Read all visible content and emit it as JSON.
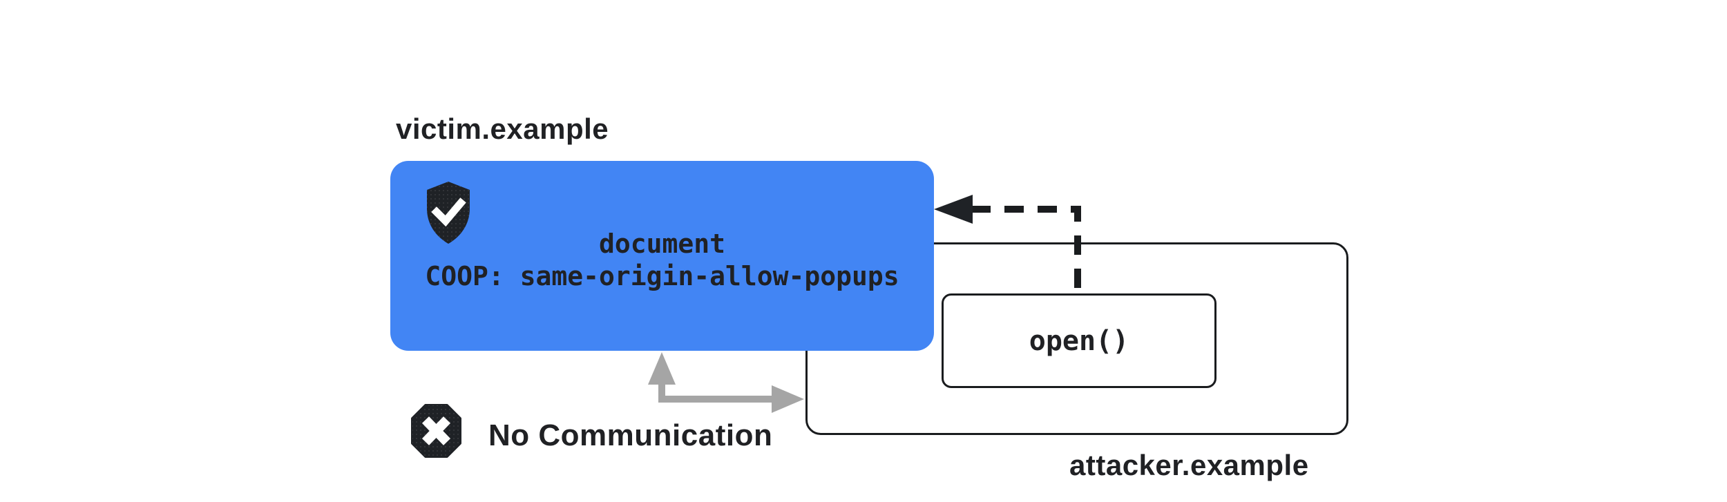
{
  "victim": {
    "label": "victim.example",
    "document_line": "document",
    "coop_line": "COOP: same-origin-allow-popups"
  },
  "attacker": {
    "label": "attacker.example",
    "open_call": "open()"
  },
  "status": {
    "no_communication": "No Communication"
  },
  "icons": {
    "victim_badge": "shield-check-icon",
    "blocked_badge": "octagon-x-icon",
    "popup_opener_arrow": "dashed-arrow-left",
    "blocked_channel_arrow": "gray-elbow-arrow"
  },
  "colors": {
    "victim_box": "#4285F4",
    "dark_icon": "#1F2226",
    "gray_arrow": "#A5A5A5",
    "line_black": "#1A1C1E",
    "text": "#202124",
    "background": "#FFFFFF"
  }
}
